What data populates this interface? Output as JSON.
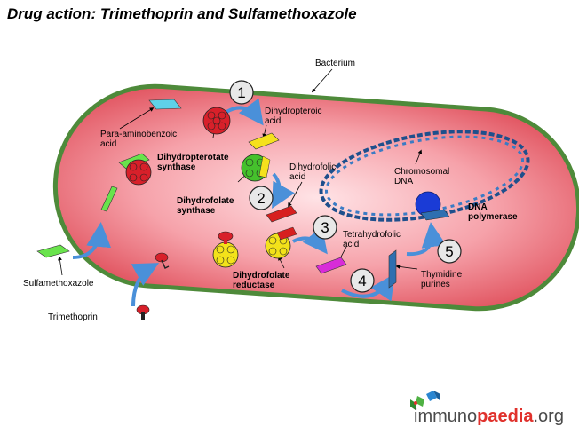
{
  "title": "Drug action: Trimethoprin and Sulfamethoxazole",
  "labels": {
    "bacterium": "Bacterium",
    "paba_line1": "Para-aminobenzoic",
    "paba_line2": "acid",
    "dhp_acid_line1": "Dihydropteroic",
    "dhp_acid_line2": "acid",
    "dhps_line1": "Dihydropterotate",
    "dhps_line2": "synthase",
    "dhf_acid_line1": "Dihydrofolic",
    "dhf_acid_line2": "acid",
    "dhfs_line1": "Dihydrofolate",
    "dhfs_line2": "synthase",
    "chrom_line1": "Chromosomal",
    "chrom_line2": "DNA",
    "dnapol_line1": "DNA",
    "dnapol_line2": "polymerase",
    "thf_line1": "Tetrahydrofolic",
    "thf_line2": "acid",
    "dhfr_line1": "Dihydrofolate",
    "dhfr_line2": "reductase",
    "thym_line1": "Thymidine",
    "thym_line2": "purines",
    "sulfa": "Sulfamethoxazole",
    "trimeth": "Trimethoprin"
  },
  "steps": [
    "1",
    "2",
    "3",
    "4",
    "5"
  ],
  "logo": {
    "part1": "immuno",
    "part2": "paedia",
    "part3": ".org"
  },
  "colors": {
    "membrane": "#4e8a3a",
    "cytoplasm_center": "#ffd9dc",
    "cytoplasm_edge": "#e3555f",
    "arrow": "#4a90d9",
    "dna": "#1e4f8c",
    "enzyme_red": "#d8202a",
    "enzyme_green": "#45c12c",
    "enzyme_yellow": "#f3e21a",
    "dna_polymerase": "#1a3bd6",
    "substrate_cyan": "#5fd1e8",
    "substrate_yellow": "#f5e11d",
    "substrate_red": "#d71f1f",
    "substrate_magenta": "#d82bd8",
    "substrate_green": "#69e34c",
    "substrate_blue": "#2f6fb0"
  }
}
